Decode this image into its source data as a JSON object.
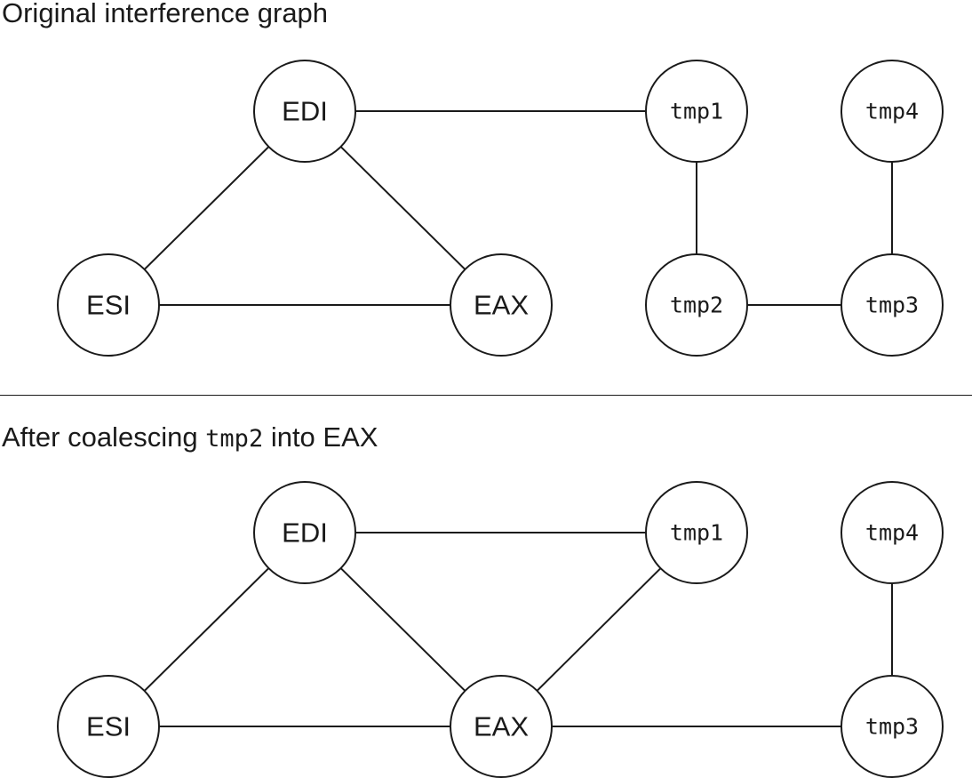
{
  "panels": [
    {
      "title": "Original interference graph",
      "nodes": [
        {
          "id": "EDI",
          "label": "EDI",
          "kind": "register"
        },
        {
          "id": "tmp1",
          "label": "tmp1",
          "kind": "temp"
        },
        {
          "id": "tmp4",
          "label": "tmp4",
          "kind": "temp"
        },
        {
          "id": "ESI",
          "label": "ESI",
          "kind": "register"
        },
        {
          "id": "EAX",
          "label": "EAX",
          "kind": "register"
        },
        {
          "id": "tmp2",
          "label": "tmp2",
          "kind": "temp"
        },
        {
          "id": "tmp3",
          "label": "tmp3",
          "kind": "temp"
        }
      ],
      "edges": [
        [
          "EDI",
          "tmp1"
        ],
        [
          "EDI",
          "ESI"
        ],
        [
          "EDI",
          "EAX"
        ],
        [
          "ESI",
          "EAX"
        ],
        [
          "tmp1",
          "tmp2"
        ],
        [
          "tmp2",
          "tmp3"
        ],
        [
          "tmp4",
          "tmp3"
        ]
      ]
    },
    {
      "title_prefix": "After coalescing ",
      "title_code": "tmp2",
      "title_suffix": " into EAX",
      "nodes": [
        {
          "id": "EDI",
          "label": "EDI",
          "kind": "register"
        },
        {
          "id": "tmp1",
          "label": "tmp1",
          "kind": "temp"
        },
        {
          "id": "tmp4",
          "label": "tmp4",
          "kind": "temp"
        },
        {
          "id": "ESI",
          "label": "ESI",
          "kind": "register"
        },
        {
          "id": "EAX",
          "label": "EAX",
          "kind": "register"
        },
        {
          "id": "tmp3",
          "label": "tmp3",
          "kind": "temp"
        }
      ],
      "edges": [
        [
          "EDI",
          "tmp1"
        ],
        [
          "EDI",
          "ESI"
        ],
        [
          "EDI",
          "EAX"
        ],
        [
          "ESI",
          "EAX"
        ],
        [
          "EAX",
          "tmp1"
        ],
        [
          "EAX",
          "tmp3"
        ],
        [
          "tmp4",
          "tmp3"
        ]
      ]
    }
  ]
}
